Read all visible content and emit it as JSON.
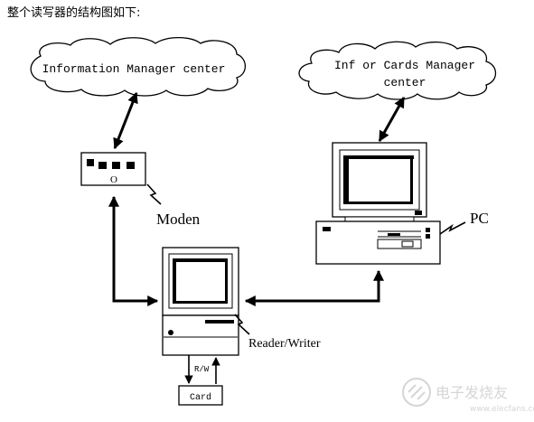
{
  "caption": "整个读写器的结构图如下:",
  "clouds": {
    "info_center": "Information Manager center",
    "cards_center_line1": "Inf or Cards Manager",
    "cards_center_line2": "center"
  },
  "modem": {
    "label": "Moden",
    "indicator": "O"
  },
  "pc": {
    "label": "PC"
  },
  "reader": {
    "label": "Reader/Writer",
    "rw_label": "R/W"
  },
  "card": {
    "label": "Card"
  },
  "watermark": {
    "name": "电子发烧友",
    "url": "www.elecfans.com"
  }
}
